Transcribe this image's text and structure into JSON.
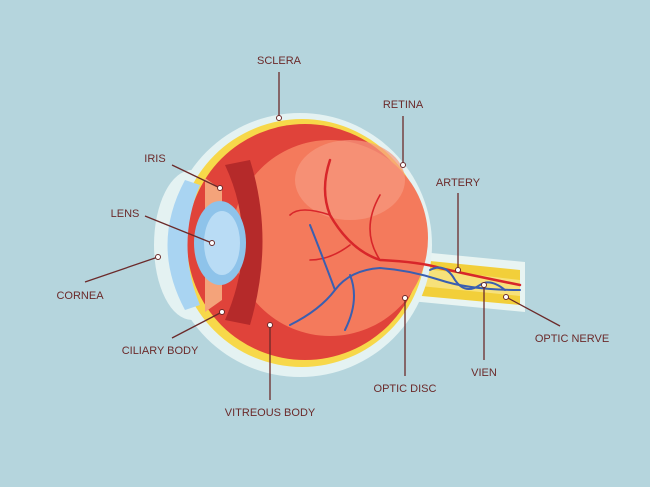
{
  "diagram": {
    "labels": {
      "sclera": "SCLERA",
      "retina": "RETINA",
      "iris": "IRIS",
      "artery": "ARTERY",
      "lens": "LENS",
      "cornea": "CORNEA",
      "ciliary_body": "CILIARY BODY",
      "vitreous_body": "VITREOUS BODY",
      "optic_disc": "OPTIC DISC",
      "vein": "VIEN",
      "optic_nerve": "OPTIC NERVE"
    },
    "colors": {
      "background": "#b5d5dd",
      "label": "#6b2a2a",
      "sclera": "#e0433a",
      "retina": "#f7d84a",
      "vitreous": "#f47a5c",
      "lens": "#a9d4f2",
      "artery": "#d8262a",
      "vein": "#3a5fb0"
    }
  }
}
